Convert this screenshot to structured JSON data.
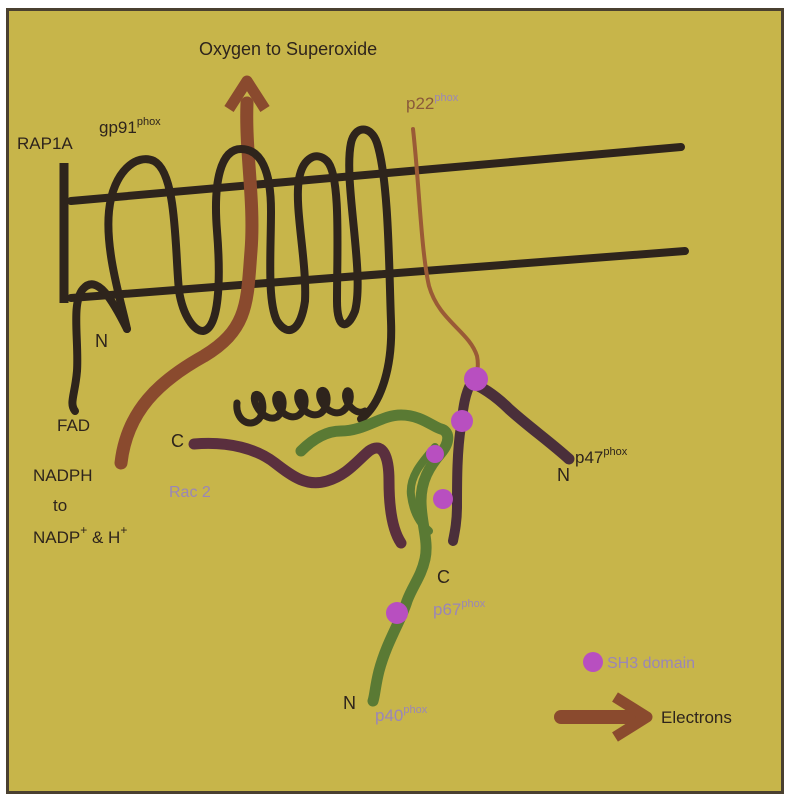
{
  "title": "Oxygen to Superoxide",
  "labels": {
    "rap1a": "RAP1A",
    "gp91_base": "gp91",
    "gp91_sup": "phox",
    "p22_base": "p22",
    "p22_sup": "phox",
    "p47_base": "p47",
    "p47_sup": "phox",
    "p67_base": "p67",
    "p67_sup": "phox",
    "p40_base": "p40",
    "p40_sup": "phox",
    "rac2": "Rac 2",
    "fad": "FAD",
    "n_gp91": "N",
    "c_rac": "C",
    "n_p47": "N",
    "c_p67": "C",
    "n_p40": "N",
    "nadph_line1": "NADPH",
    "nadph_line2": "to",
    "nadp_base": "NADP",
    "nadp_sup": "+",
    "nadp_and": " & H",
    "nadp_sup2": "+"
  },
  "legend": {
    "sh3": "SH3 domain",
    "electrons": "Electrons"
  },
  "colors": {
    "background": "#c7b54a",
    "membrane": "#2e241c",
    "gp91": "#2e241c",
    "electron_path": "#8a4a2e",
    "p22": "#9a5a36",
    "p47": "#4a2f3a",
    "p67": "#5a7a34",
    "rac2": "#5a2f3e",
    "sh3": "#b84fc0",
    "protein_label": "#9a86b8"
  }
}
